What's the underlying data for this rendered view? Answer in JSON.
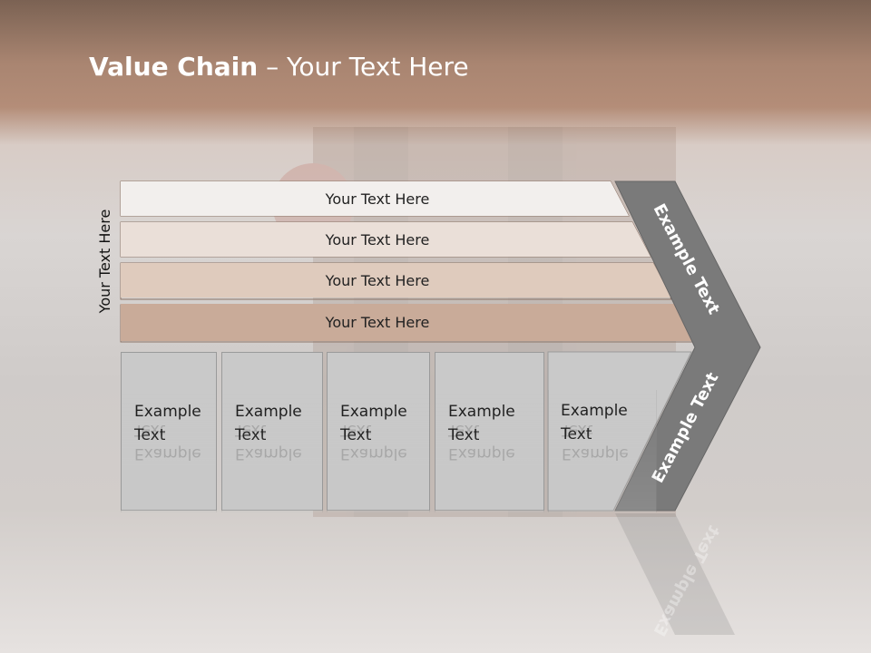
{
  "title": {
    "bold": "Value Chain",
    "rest": " – Your Text Here"
  },
  "vertical_label": "Your Text Here",
  "bands": [
    {
      "label": "Your Text Here",
      "color": "#f2efed"
    },
    {
      "label": "Your Text Here",
      "color": "#eadfd8"
    },
    {
      "label": "Your Text Here",
      "color": "#dfcbbd"
    },
    {
      "label": "Your Text Here",
      "color": "#c9ab99"
    }
  ],
  "boxes": [
    {
      "line1": "Example",
      "line2": "Text"
    },
    {
      "line1": "Example",
      "line2": "Text"
    },
    {
      "line1": "Example",
      "line2": "Text"
    },
    {
      "line1": "Example",
      "line2": "Text"
    },
    {
      "line1": "Example",
      "line2": "Text"
    }
  ],
  "chevron": {
    "upper_label": "Example Text",
    "lower_label": "Example Text",
    "color": "#7a7a7a"
  }
}
